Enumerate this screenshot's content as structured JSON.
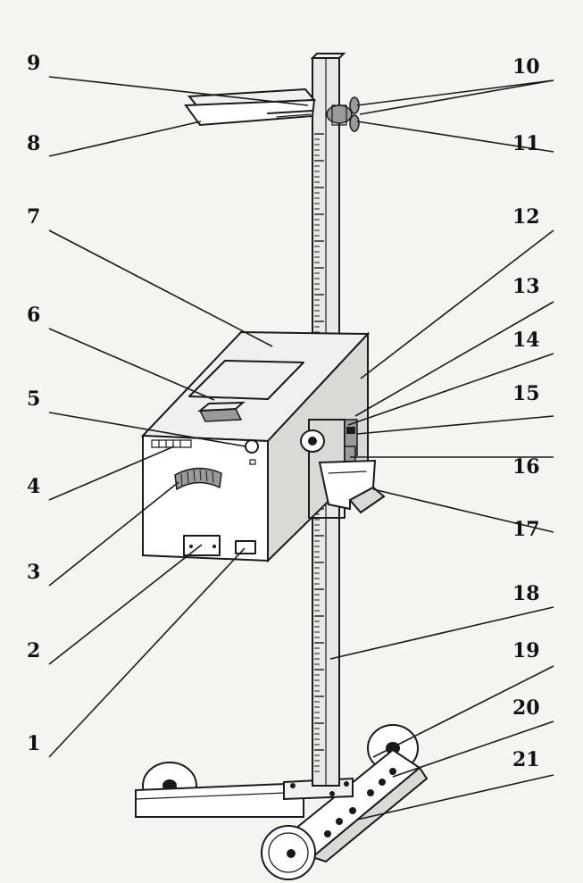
{
  "labels": {
    "l1": "1",
    "l2": "2",
    "l3": "3",
    "l4": "4",
    "l5": "5",
    "l6": "6",
    "l7": "7",
    "l8": "8",
    "l9": "9",
    "l10": "10",
    "l11": "11",
    "l12": "12",
    "l13": "13",
    "l14": "14",
    "l15": "15",
    "l16": "16",
    "l17": "17",
    "l18": "18",
    "l19": "19",
    "l20": "20",
    "l21": "21"
  },
  "colors": {
    "ink": "#1a1a1a",
    "paper": "#f4f4f1"
  }
}
